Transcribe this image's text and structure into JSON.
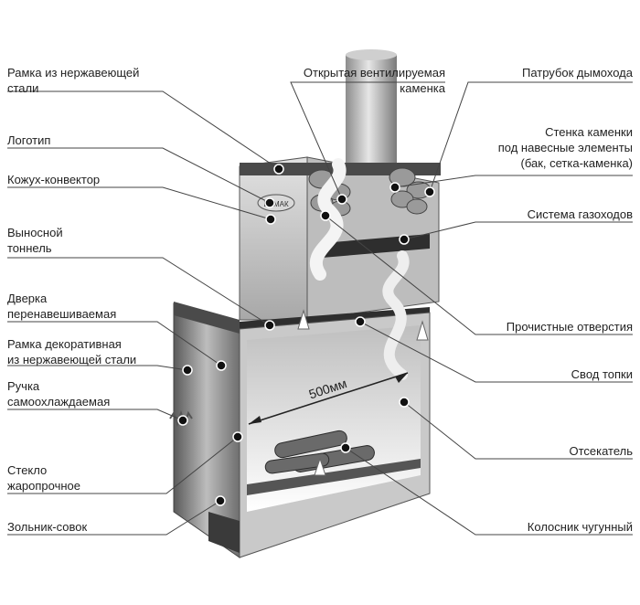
{
  "labels_left": [
    {
      "id": "frame-steel",
      "lines": [
        "Рамка из нержавеющей",
        "стали"
      ]
    },
    {
      "id": "logo",
      "lines": [
        "Логотип"
      ]
    },
    {
      "id": "casing",
      "lines": [
        "Кожух-конвектор"
      ]
    },
    {
      "id": "tunnel",
      "lines": [
        "Выносной",
        "тоннель"
      ]
    },
    {
      "id": "door",
      "lines": [
        "Дверка",
        "перенавешиваемая"
      ]
    },
    {
      "id": "frame-deco",
      "lines": [
        "Рамка декоративная",
        "из нержавеющей стали"
      ]
    },
    {
      "id": "handle",
      "lines": [
        "Ручка",
        "самоохлаждаемая"
      ]
    },
    {
      "id": "glass",
      "lines": [
        "Стекло",
        "жаропрочное"
      ]
    },
    {
      "id": "ash-pan",
      "lines": [
        "Зольник-совок"
      ]
    }
  ],
  "labels_right": [
    {
      "id": "open-heater",
      "lines": [
        "Открытая вентилируемая",
        "каменка"
      ]
    },
    {
      "id": "chimney",
      "lines": [
        "Патрубок дымохода"
      ]
    },
    {
      "id": "heater-wall",
      "lines": [
        "Стенка каменки",
        "под навесные элементы",
        "(бак, сетка-каменка)"
      ]
    },
    {
      "id": "gas-ducts",
      "lines": [
        "Система газоходов"
      ]
    },
    {
      "id": "clean-holes",
      "lines": [
        "Прочистные отверстия"
      ]
    },
    {
      "id": "firebox-vault",
      "lines": [
        "Свод топки"
      ]
    },
    {
      "id": "cutoff",
      "lines": [
        "Отсекатель"
      ]
    },
    {
      "id": "grate",
      "lines": [
        "Колосник чугунный"
      ]
    }
  ],
  "dimension_label": "500мм",
  "logo_text": "ЕРМАК",
  "colors": {
    "leader": "#444444",
    "metal_dark": "#3a3a3a",
    "metal_mid": "#8a8a8a",
    "metal_light": "#d9d9d9",
    "stone": "#9a9a9a",
    "flame": "#f2f2f2"
  }
}
